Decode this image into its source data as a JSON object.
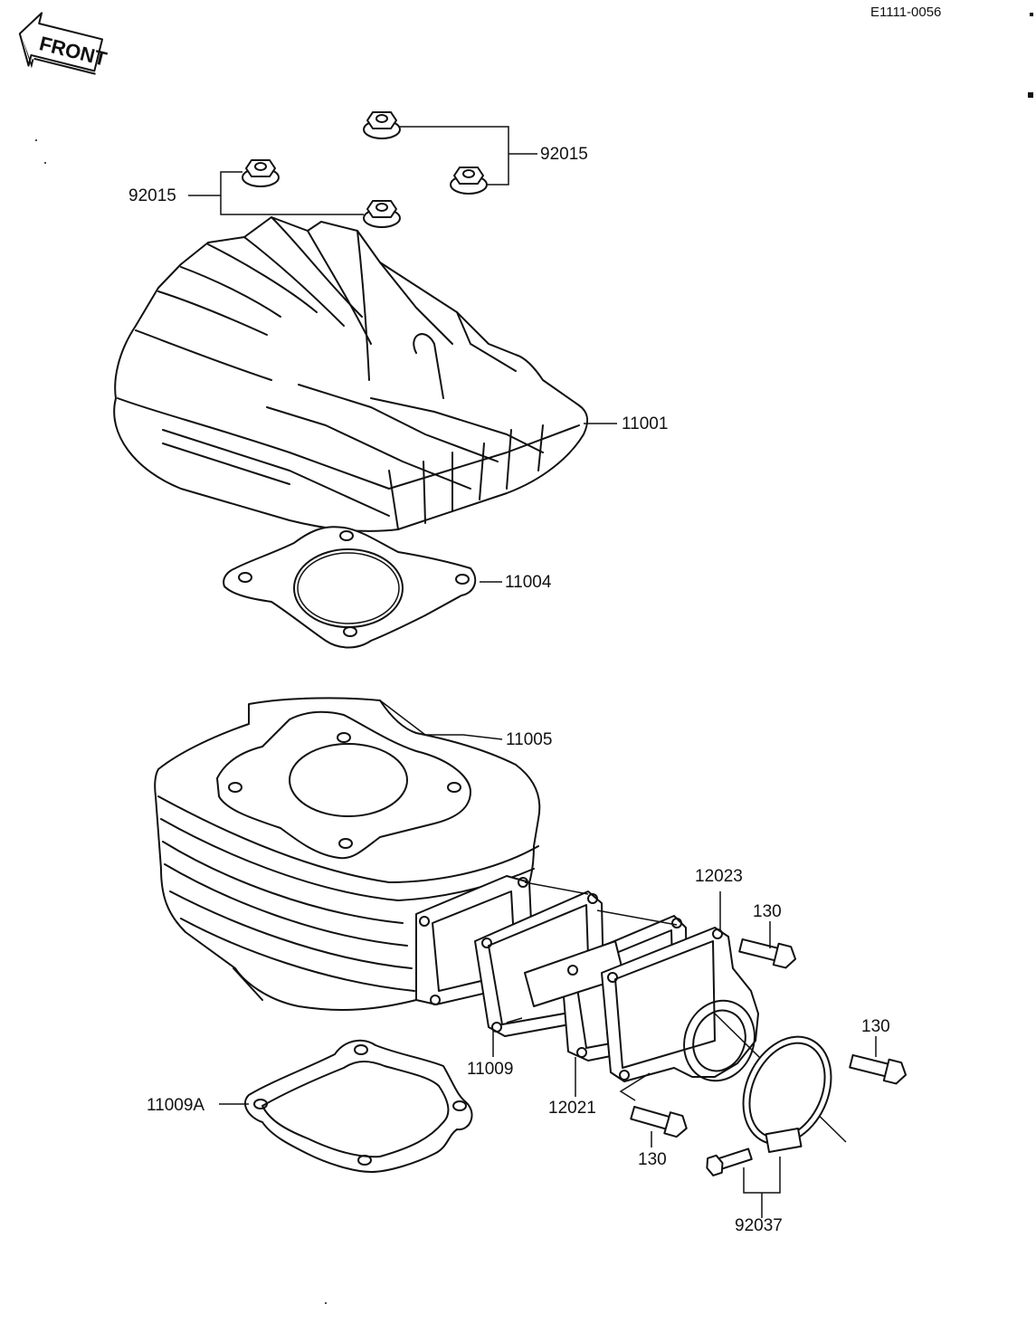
{
  "header": {
    "diagram_code": "E1111-0056",
    "front_label": "FRONT"
  },
  "parts": {
    "nuts_right": "92015",
    "nuts_left": "92015",
    "cylinder_head": "11001",
    "head_gasket": "11004",
    "cylinder": "11005",
    "reed_gasket": "11009",
    "base_gasket": "11009A",
    "reed_valve": "12021",
    "inlet_pipe": "12023",
    "bolt_upper_right": "130",
    "bolt_right": "130",
    "bolt_lower": "130",
    "clamp": "92037"
  }
}
